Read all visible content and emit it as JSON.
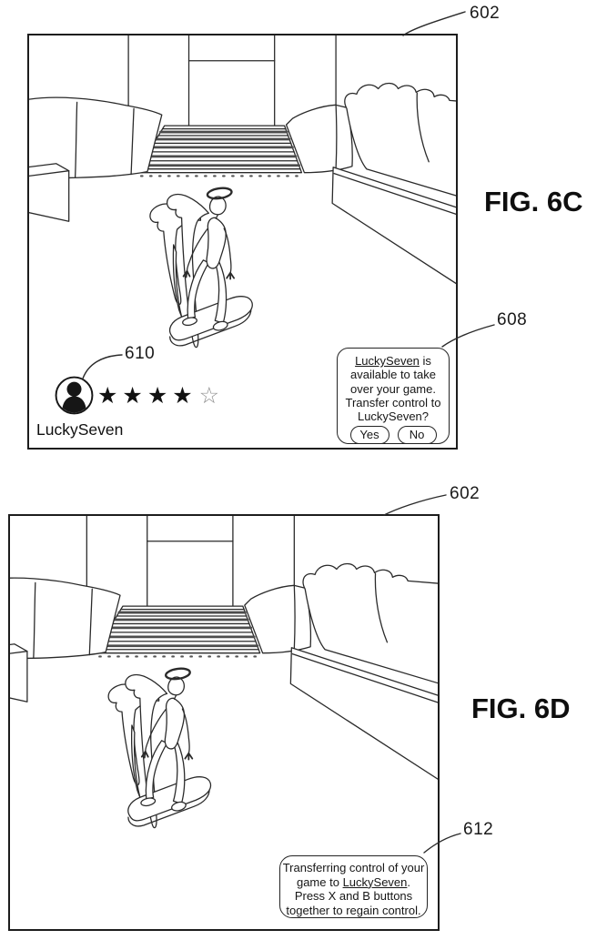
{
  "page": {
    "background": "#ffffff",
    "ink": "#222222"
  },
  "figures": [
    {
      "caption": "FIG. 6C",
      "screen_ref": "602",
      "overlay_ref": "608",
      "player_ref": "610",
      "player": {
        "name": "LuckySeven",
        "stars_filled": "★★★★",
        "stars_empty": "☆",
        "rating_filled": 4,
        "rating_total": 5
      },
      "dialog": {
        "line1_link": "LuckySeven",
        "line1_rest": " is",
        "line2": "available to take",
        "line3": "over your game.",
        "line4": "Transfer control to",
        "line5": "LuckySeven?",
        "yes_label": "Yes",
        "no_label": "No"
      }
    },
    {
      "caption": "FIG. 6D",
      "screen_ref": "602",
      "overlay_ref": "612",
      "dialog": {
        "line1": "Transferring control of your",
        "line2_pre": "game to ",
        "line2_link": "LuckySeven",
        "line2_post": ".",
        "line3": "Press X and B buttons",
        "line4": "together to regain control."
      }
    }
  ]
}
